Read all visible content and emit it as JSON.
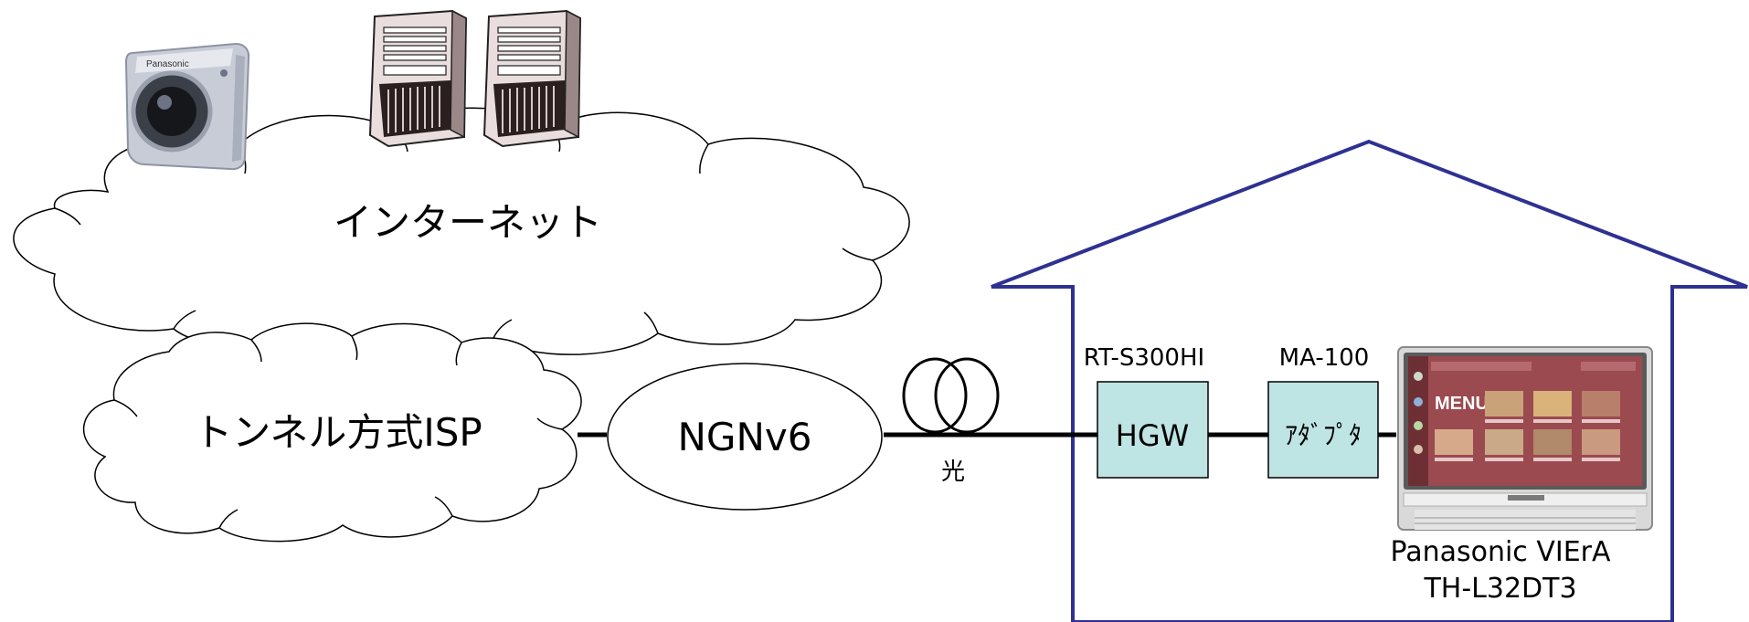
{
  "labels": {
    "internet": "インターネット",
    "isp": "トンネル方式ISP",
    "ngn": "NGNv6",
    "fiber": "光",
    "router_model": "RT-S300HI",
    "router": "HGW",
    "adapter_model": "MA-100",
    "adapter": "ｱﾀﾞﾌﾟﾀ",
    "tv_brand": "Panasonic VIErA",
    "tv_model": "TH-L32DT3"
  },
  "camera": {
    "brand": "Panasonic"
  },
  "tv_screen": {
    "menu_title": "MENU"
  },
  "colors": {
    "house_outline": "#2e3192",
    "device_box_fill": "#bfe4e4",
    "line": "#000000"
  },
  "icons": {
    "camera": "network-camera-icon",
    "server": "server-tower-icon",
    "fiber": "fiber-coil-icon",
    "tv": "television-icon"
  }
}
